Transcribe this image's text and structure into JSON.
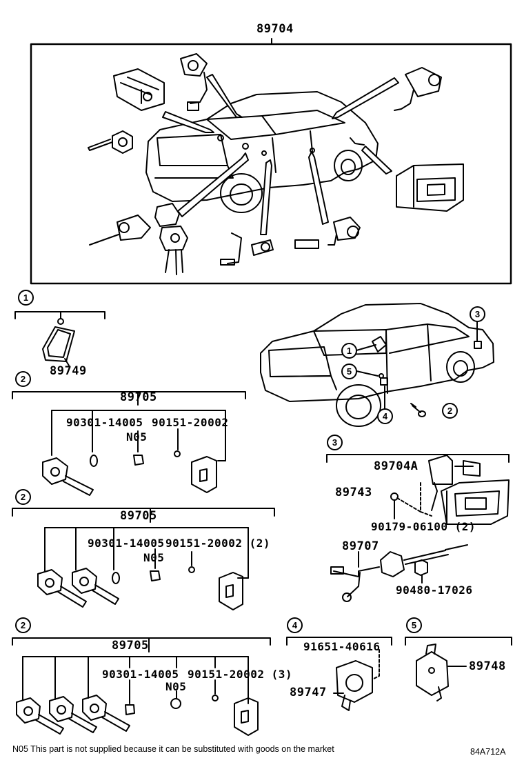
{
  "header": {
    "assembly_number": "89704"
  },
  "callouts": [
    "1",
    "2",
    "3",
    "4",
    "5"
  ],
  "group1": {
    "callout": "1",
    "part": "89749"
  },
  "group2a": {
    "callout": "2",
    "assembly": "89705",
    "part_a": "90301-14005",
    "part_b": "90151-20002",
    "mark": "N05"
  },
  "group2b": {
    "callout": "2",
    "assembly": "89705",
    "part_a": "90301-14005",
    "part_b": "90151-20002 (2)",
    "mark": "N05"
  },
  "group2c": {
    "callout": "2",
    "assembly": "89705",
    "part_a": "90301-14005",
    "part_b": "90151-20002 (3)",
    "mark": "N05"
  },
  "group3": {
    "callout": "3",
    "part_a": "89704A",
    "part_b": "89743",
    "part_c": "90179-06100 (2)",
    "part_d": "89707",
    "part_e": "90480-17026"
  },
  "group4": {
    "callout": "4",
    "part_a": "91651-40616",
    "part_b": "89747"
  },
  "group5": {
    "callout": "5",
    "part_a": "89748"
  },
  "footer": {
    "note": "N05 This part is not supplied because it can be substituted with goods on the market",
    "figure_code": "84A712A"
  }
}
